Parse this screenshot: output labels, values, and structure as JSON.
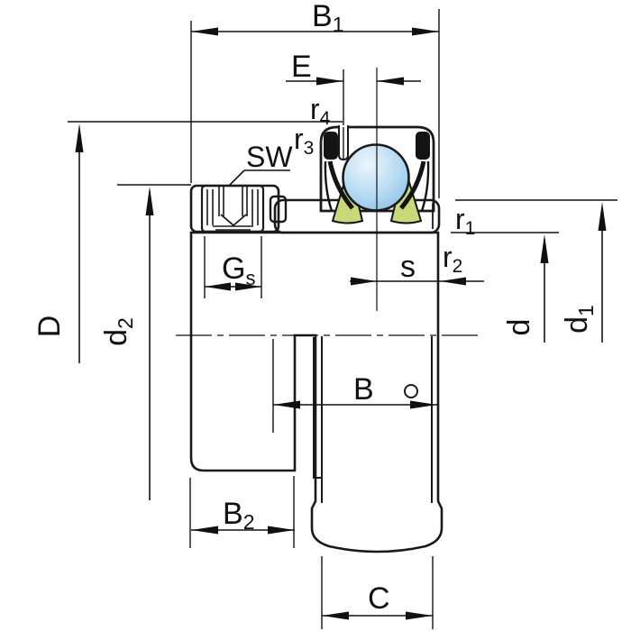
{
  "figure": {
    "type": "technical-drawing",
    "subject": "Radial insert ball bearing with eccentric locking collar and set screw, dimensioned cross-section"
  },
  "colors": {
    "outline": "#1a1a1a",
    "dim": "#111111",
    "ring_blue": "#5b8ed2",
    "flinger_green": "#c9d97a",
    "seal_black": "#141414",
    "collar_gray": "#9aa1a8",
    "screw_white": "#ffffff",
    "body_fill": "#efefed",
    "ball_light": "#ecf6fc",
    "ball_mid": "#b9dcf3",
    "ball_dark": "#7fb9e4",
    "page": "#ffffff"
  },
  "labels": {
    "b1": {
      "main": "B",
      "sub": "1"
    },
    "e": {
      "main": "E",
      "sub": ""
    },
    "r4": {
      "main": "r",
      "sub": "4"
    },
    "r3": {
      "main": "r",
      "sub": "3"
    },
    "sw": {
      "main": "SW",
      "sub": ""
    },
    "d_outer": {
      "main": "D",
      "sub": ""
    },
    "d2": {
      "main": "d",
      "sub": "2"
    },
    "gs": {
      "main": "G",
      "sub": "s"
    },
    "s": {
      "main": "s",
      "sub": ""
    },
    "r1": {
      "main": "r",
      "sub": "1"
    },
    "r2": {
      "main": "r",
      "sub": "2"
    },
    "d_bore": {
      "main": "d",
      "sub": ""
    },
    "d1": {
      "main": "d",
      "sub": "1"
    },
    "b": {
      "main": "B",
      "sub": ""
    },
    "b2": {
      "main": "B",
      "sub": "2"
    },
    "c": {
      "main": "C",
      "sub": ""
    }
  }
}
